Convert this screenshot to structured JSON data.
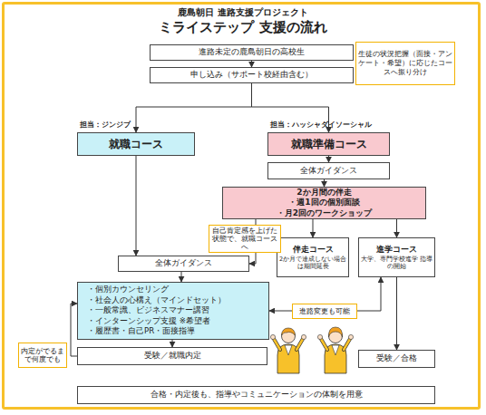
{
  "diagram": {
    "title": "ミライステップ 支援の流れ",
    "nodes": [
      {
        "text": [
          "進路未定の鹿島朝日の高校生"
        ]
      },
      {
        "text": [
          "申し込み（サポート校経由含む）"
        ]
      },
      {
        "text": [
          "生徒の状況把握（面接・アンケート・希望）に応じたコースへ振り分け"
        ]
      },
      {
        "text": [
          "担当：ジンジブ",
          "就職コース"
        ]
      },
      {
        "text": [
          "担当：ハッシャダイソーシャル",
          "就職準備コース"
        ]
      },
      {
        "text": [
          "全体ガイダンス"
        ]
      },
      {
        "text": [
          "2か月間の伴走",
          "・週1回の個別面談",
          "・月2回のワークショップ"
        ]
      },
      {
        "text": [
          "全体ガイダンス"
        ]
      },
      {
        "text": [
          "伴走コース",
          "2か月で達成しない場合は期間延長"
        ]
      },
      {
        "text": [
          "進学コース",
          "大学、専門学校進学 指導の開始"
        ]
      },
      {
        "text": [
          "・個別カウンセリング",
          "・社会人の心構え（マインドセット）",
          "・一般常識、ビジネスマナー講習",
          "・インターンシップ支援 ※希望者",
          "・履歴書・自己PR・面接指導"
        ]
      },
      {
        "text": [
          "受験／就職内定"
        ]
      },
      {
        "text": [
          "受験／合格"
        ]
      },
      {
        "text": [
          "合格・内定後も、指導やコミュニケーションの体制を用意"
        ]
      }
    ],
    "edges": [
      {
        "from": 0,
        "to": 1,
        "arrow": "to"
      },
      {
        "from": 1,
        "to": 3,
        "arrow": "to"
      },
      {
        "from": 1,
        "to": 4,
        "arrow": "to"
      },
      {
        "from": 3,
        "to": 7,
        "arrow": "to"
      },
      {
        "from": 4,
        "to": 5,
        "arrow": "to"
      },
      {
        "from": 5,
        "to": 6,
        "arrow": "to"
      },
      {
        "from": 6,
        "to": 7,
        "label": "自己肯定感を上げた状態で、就職コースへ",
        "arrow": "to"
      },
      {
        "from": 6,
        "to": 8,
        "arrow": "to"
      },
      {
        "from": 6,
        "to": 9,
        "arrow": "to"
      },
      {
        "from": 7,
        "to": 10,
        "arrow": "to"
      },
      {
        "from": 10,
        "to": 11,
        "arrow": "to"
      },
      {
        "from": 11,
        "to": 10,
        "label": "内定がでるまで何度でも",
        "arrow": "to"
      },
      {
        "from": 9,
        "to": 10,
        "label": "進路変更も可能",
        "arrow": "both"
      },
      {
        "from": 9,
        "to": 12,
        "arrow": "to"
      }
    ],
    "labels": [
      "鹿島朝日 進路支援プロジェクト"
    ]
  }
}
